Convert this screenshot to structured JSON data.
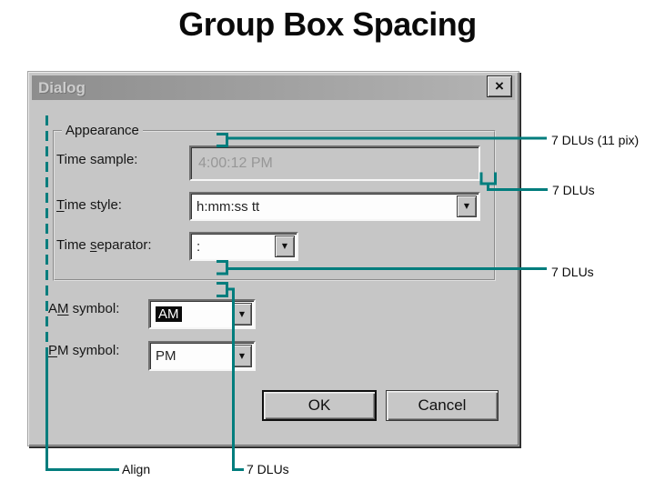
{
  "page_title": "Group Box Spacing",
  "dialog": {
    "title": "Dialog",
    "groupbox_label": "Appearance",
    "fields": {
      "time_sample": {
        "label_pre": "Time sample:",
        "label_accel": "",
        "label_post": "",
        "value": "4:00:12 PM"
      },
      "time_style": {
        "label_pre": "",
        "label_accel": "T",
        "label_post": "ime style:",
        "value": "h:mm:ss tt"
      },
      "time_separator": {
        "label_pre": "Time ",
        "label_accel": "s",
        "label_post": "eparator:",
        "value": ":"
      },
      "am_symbol": {
        "label_pre": "A",
        "label_accel": "M",
        "label_post": " symbol:",
        "value": "AM"
      },
      "pm_symbol": {
        "label_pre": "",
        "label_accel": "P",
        "label_post": "M symbol:",
        "value": "PM"
      }
    },
    "buttons": {
      "ok": "OK",
      "cancel": "Cancel"
    }
  },
  "icons": {
    "close": "×",
    "dropdown": "▼"
  },
  "annotations": {
    "top_right": "7 DLUs (11 pix)",
    "field_right": "7 DLUs",
    "groupbox_bottom": "7 DLUs",
    "align": "Align",
    "below_groupbox": "7 DLUs"
  },
  "colors": {
    "annotation_teal": "#007d7d",
    "dialog_gray": "#c6c6c6",
    "titlebar_left": "#8d8d8d",
    "titlebar_right": "#b4b4b4"
  }
}
